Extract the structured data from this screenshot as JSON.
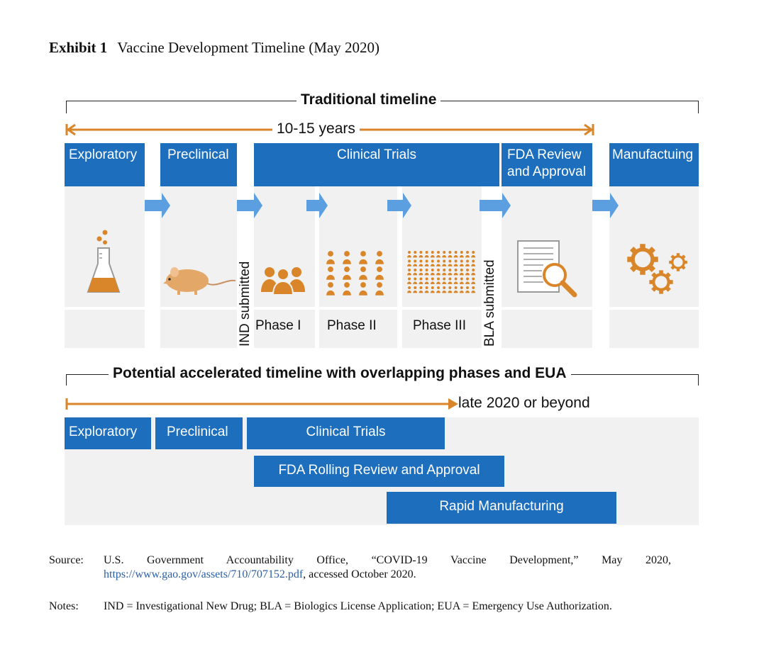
{
  "exhibit": {
    "label": "Exhibit 1",
    "title": "Vaccine Development Timeline (May 2020)"
  },
  "traditional": {
    "heading": "Traditional timeline",
    "duration": "10-15 years",
    "stages": [
      "Exploratory",
      "Preclinical",
      "Clinical Trials",
      "FDA Review and Approval",
      "Manufactuing"
    ],
    "phases": [
      "Phase I",
      "Phase II",
      "Phase III"
    ],
    "markers": [
      "IND submitted",
      "BLA submitted"
    ]
  },
  "accelerated": {
    "heading": "Potential accelerated timeline with overlapping phases and EUA",
    "duration": "late 2020 or beyond",
    "stages": [
      "Exploratory",
      "Preclinical",
      "Clinical Trials",
      "FDA Rolling Review and Approval",
      "Rapid Manufacturing"
    ]
  },
  "source": {
    "label": "Source:",
    "text": "U.S. Government Accountability Office, “COVID-19 Vaccine Development,” May 2020,",
    "url": "https://www.gao.gov/assets/710/707152.pdf",
    "suffix": ", accessed October 2020."
  },
  "notes": {
    "label": "Notes:",
    "text": "IND = Investigational New Drug; BLA = Biologics License Application; EUA = Emergency Use Authorization."
  },
  "colors": {
    "blue": "#1d6fbe",
    "arrow_blue": "#5b9fe0",
    "orange": "#d9862a",
    "panel": "#f1f1f1"
  }
}
